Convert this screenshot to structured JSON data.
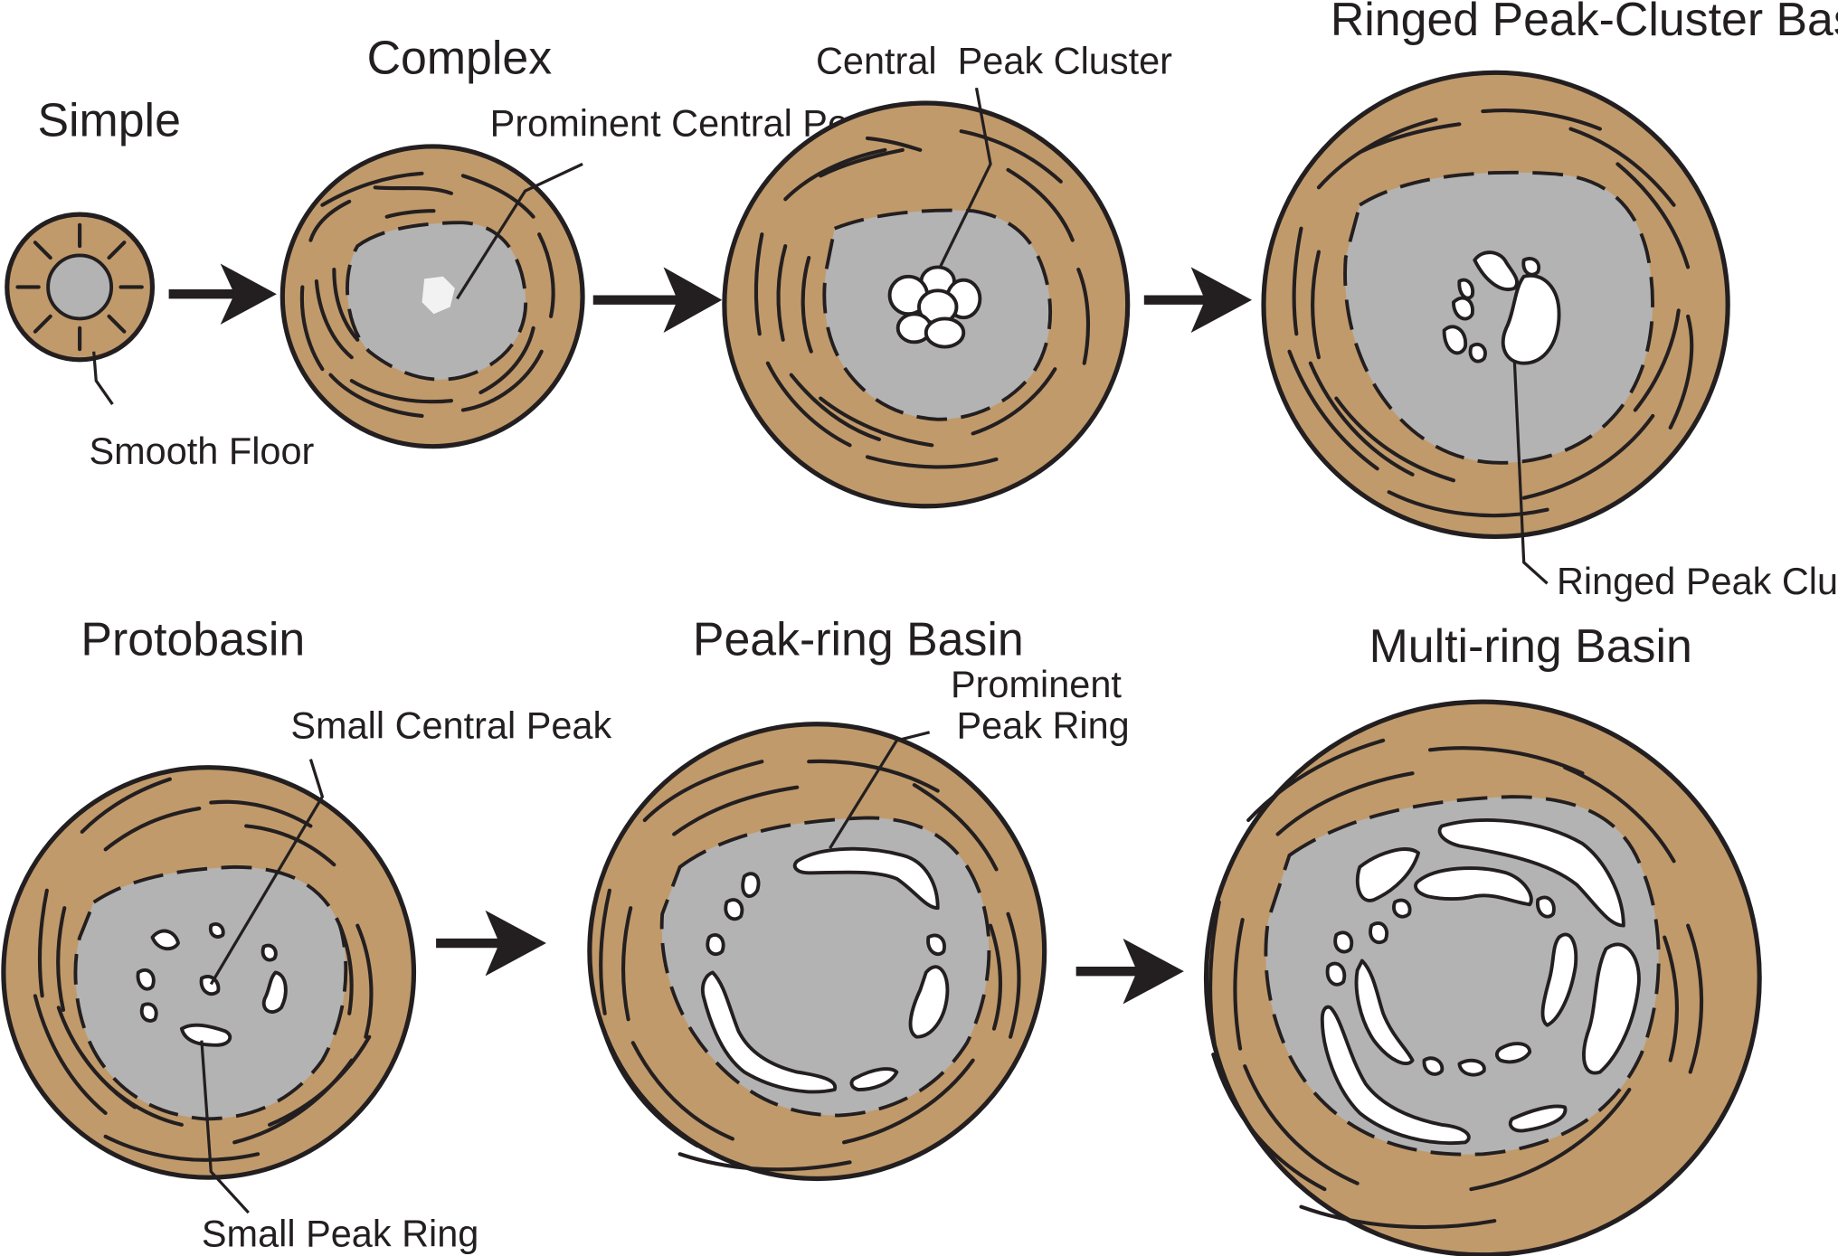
{
  "stages": {
    "simple": {
      "title": "Simple",
      "label": "Smooth Floor"
    },
    "complex": {
      "title": "Complex",
      "label": "Prominent Central Peak"
    },
    "complex_cluster": {
      "label": "Central  Peak Cluster"
    },
    "ringed": {
      "title": "Ringed Peak-Cluster Basin",
      "label": "Ringed Peak Cluster"
    },
    "protobasin": {
      "title": "Protobasin",
      "label_peak": "Small Central Peak",
      "label_ring": "Small Peak Ring"
    },
    "peakring": {
      "title": "Peak-ring Basin",
      "label_line1": "Prominent",
      "label_line2": "Peak Ring"
    },
    "multiring": {
      "title": "Multi-ring Basin"
    }
  },
  "colors": {
    "rim": "#c19a6b",
    "floor": "#b3b3b3",
    "peak": "#ffffff",
    "outline": "#231f20"
  }
}
